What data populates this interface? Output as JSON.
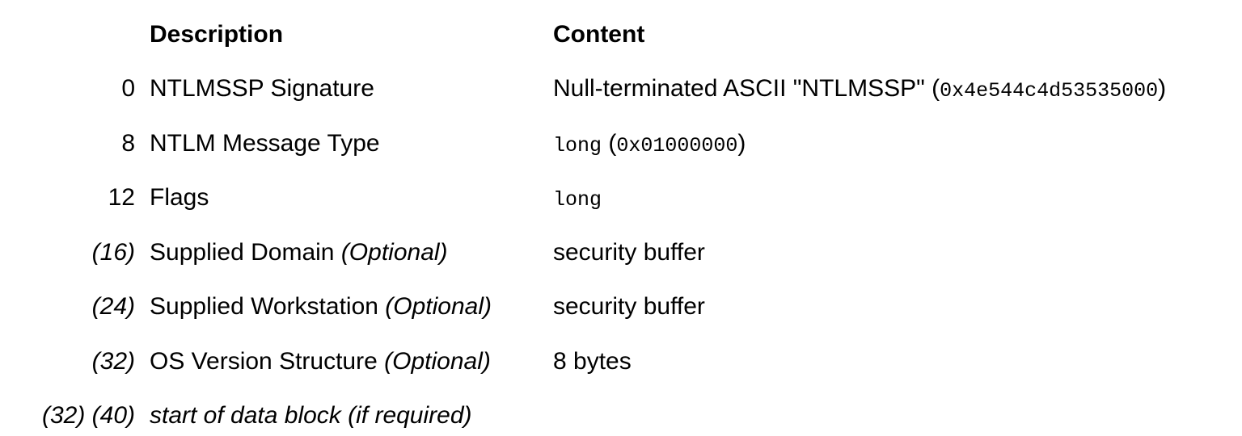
{
  "colors": {
    "background": "#ffffff",
    "text": "#000000"
  },
  "table": {
    "columns": [
      {
        "label": ""
      },
      {
        "label": "Description"
      },
      {
        "label": "Content"
      }
    ],
    "rows": [
      {
        "offset": {
          "text": "0",
          "italic": false
        },
        "description": [
          {
            "text": "NTLMSSP Signature",
            "italic": false
          }
        ],
        "content": [
          {
            "text": "Null-terminated ASCII \"NTLMSSP\" (",
            "mono": false
          },
          {
            "text": "0x4e544c4d53535000",
            "mono": true
          },
          {
            "text": ")",
            "mono": false
          }
        ]
      },
      {
        "offset": {
          "text": "8",
          "italic": false
        },
        "description": [
          {
            "text": "NTLM Message Type",
            "italic": false
          }
        ],
        "content": [
          {
            "text": "long",
            "mono": true
          },
          {
            "text": " (",
            "mono": false
          },
          {
            "text": "0x01000000",
            "mono": true
          },
          {
            "text": ")",
            "mono": false
          }
        ]
      },
      {
        "offset": {
          "text": "12",
          "italic": false
        },
        "description": [
          {
            "text": "Flags",
            "italic": false
          }
        ],
        "content": [
          {
            "text": "long",
            "mono": true
          }
        ]
      },
      {
        "offset": {
          "text": "(16)",
          "italic": true
        },
        "description": [
          {
            "text": "Supplied Domain ",
            "italic": false
          },
          {
            "text": "(Optional)",
            "italic": true
          }
        ],
        "content": [
          {
            "text": "security buffer",
            "mono": false
          }
        ]
      },
      {
        "offset": {
          "text": "(24)",
          "italic": true
        },
        "description": [
          {
            "text": "Supplied Workstation ",
            "italic": false
          },
          {
            "text": "(Optional)",
            "italic": true
          }
        ],
        "content": [
          {
            "text": "security buffer",
            "mono": false
          }
        ]
      },
      {
        "offset": {
          "text": "(32)",
          "italic": true
        },
        "description": [
          {
            "text": "OS Version Structure ",
            "italic": false
          },
          {
            "text": "(Optional)",
            "italic": true
          }
        ],
        "content": [
          {
            "text": "8 bytes",
            "mono": false
          }
        ]
      },
      {
        "offset": {
          "text": "(32) (40)",
          "italic": true
        },
        "description": [
          {
            "text": "start of data block (if required)",
            "italic": true
          }
        ],
        "content": []
      }
    ]
  }
}
